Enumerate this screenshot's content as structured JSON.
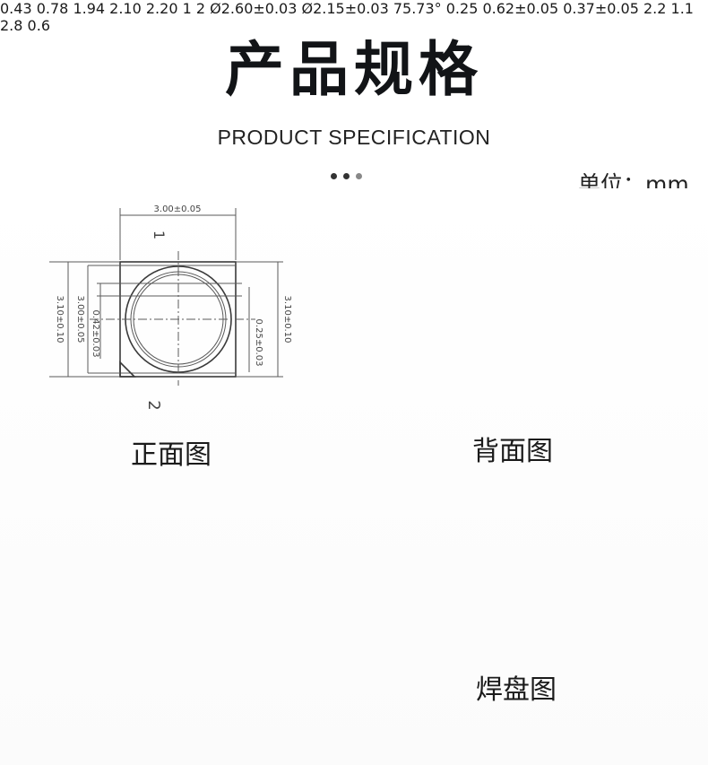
{
  "header": {
    "title_cn": "产品规格",
    "title_en": "PRODUCT SPECIFICATION",
    "unit": "单位：mm"
  },
  "front_view": {
    "caption": "正面图",
    "width_label": "3.00±0.05",
    "height_outer_label": "3.10±0.10",
    "height_inner_label": "3.00±0.05",
    "left_outer_label": "3.10±0.10",
    "center_label": "0.42±0.03",
    "right_label": "0.25±0.03",
    "pin1": "1",
    "pin2": "2"
  },
  "back_view": {
    "caption": "背面图",
    "d043": "0.43",
    "d078": "0.78",
    "d194": "1.94",
    "d210": "2.10",
    "d220": "2.20",
    "pin1": "1",
    "pin2": "2"
  },
  "side_view": {
    "dia_outer": "Ø2.60±0.03",
    "dia_inner": "Ø2.15±0.03",
    "angle": "75.73°",
    "h025": "0.25",
    "h062": "0.62±0.05",
    "h037": "0.37±0.05"
  },
  "solder_pad": {
    "caption": "焊盘图",
    "w22": "2.2",
    "w11": "1.1",
    "h28": "2.8",
    "g06": "0.6"
  }
}
